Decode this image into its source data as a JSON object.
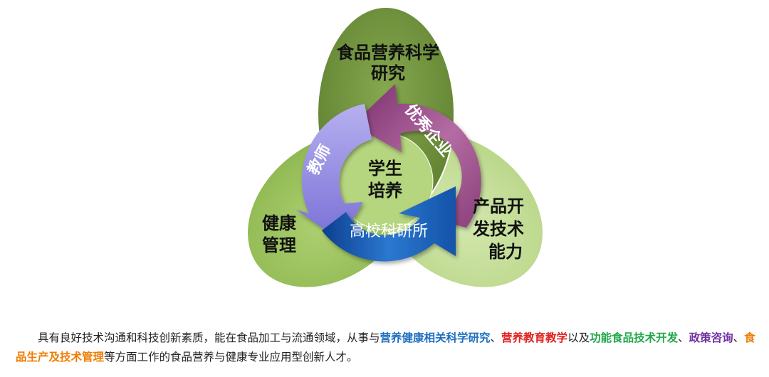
{
  "diagram": {
    "petals": {
      "top": {
        "line1": "食品营养科学",
        "line2": "研究",
        "color": "#6f913c"
      },
      "left": {
        "line1": "健康",
        "line2": "管理",
        "color": "#9cc45d"
      },
      "right": {
        "line1": "产品开",
        "line2": "发技术",
        "line3": "能力",
        "color": "#c2dd95"
      }
    },
    "center": {
      "line1": "学生",
      "line2": "培养",
      "color": "#b8d681"
    },
    "arrows": {
      "enterprise": {
        "label": "优秀企业",
        "color": "#9a4d86"
      },
      "teacher": {
        "label": "教师",
        "color": "#8f86e0"
      },
      "institute": {
        "label": "高校科研所",
        "color": "#1e5fb8"
      }
    }
  },
  "description": {
    "p1": "具有良好技术沟通和科技创新素质，能在食品加工与流通领域，从事与",
    "h1": "营养健康相关科学研究",
    "s1": "、",
    "h2": "营养教育教学",
    "s2": "以及",
    "h3": "功能食品技术开发",
    "s3": "、",
    "h4": "政策咨询",
    "s4": "、",
    "h5": "食品生产及技术管理",
    "p2": "等方面工作的食品营养与健康专业应用型创新人才。",
    "colors": {
      "h1": "#1f6fc1",
      "h2": "#e0201c",
      "h3": "#20a84a",
      "h4": "#7030a0",
      "h5": "#f07c00"
    }
  }
}
